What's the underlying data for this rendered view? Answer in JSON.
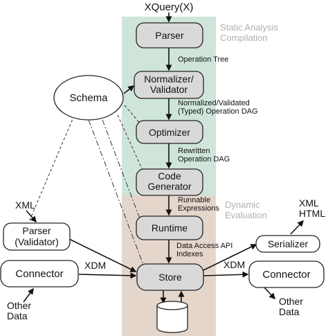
{
  "colors": {
    "static_band": "#cfe5d9",
    "dynamic_band": "#e5d6cc",
    "phase_label": "#b0b0b0",
    "node_fill": "#d9d9d9"
  },
  "input_label": "XQuery(X)",
  "phases": {
    "static": [
      "Static Analysis",
      "Compilation"
    ],
    "dynamic": [
      "Dynamic",
      "Evaluation"
    ]
  },
  "nodes": {
    "parser": [
      "Parser"
    ],
    "normalizer": [
      "Normalizer/",
      "Validator"
    ],
    "optimizer": [
      "Optimizer"
    ],
    "codegen": [
      "Code",
      "Generator"
    ],
    "runtime": [
      "Runtime"
    ],
    "store": [
      "Store"
    ],
    "schema": [
      "Schema"
    ],
    "parser_validator": [
      "Parser",
      "(Validator)"
    ],
    "connector_left": [
      "Connector"
    ],
    "serializer": [
      "Serializer"
    ],
    "connector_right": [
      "Connector"
    ]
  },
  "edge_labels": {
    "operation_tree": [
      "Operation Tree"
    ],
    "normalized_dag": [
      "Normalized/Validated",
      "(Typed) Operation DAG"
    ],
    "rewritten_dag": [
      "Rewritten",
      "Operation DAG"
    ],
    "runnable": [
      "Runnable",
      "Expressions"
    ],
    "data_access": [
      "Data Access API",
      "Indexes"
    ],
    "xdm_left": [
      "XDM"
    ],
    "xdm_right": [
      "XDM"
    ]
  },
  "externals": {
    "xml_left": [
      "XML"
    ],
    "xml_html_right": [
      "XML",
      "HTML"
    ],
    "other_data_left": [
      "Other",
      "Data"
    ],
    "other_data_right": [
      "Other",
      "Data"
    ]
  }
}
